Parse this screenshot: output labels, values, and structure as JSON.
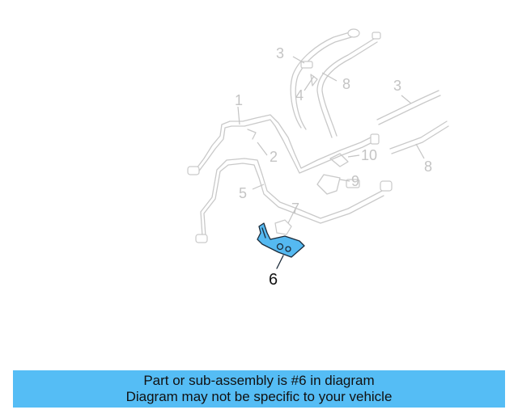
{
  "diagram": {
    "callouts": {
      "c1": "1",
      "c2": "2",
      "c3a": "3",
      "c3b": "3",
      "c4": "4",
      "c5": "5",
      "c6": "6",
      "c7": "7",
      "c8a": "8",
      "c8b": "8",
      "c9": "9",
      "c10": "10"
    },
    "highlighted_part": "6",
    "colors": {
      "highlight": "#55b9f1",
      "ghost": "#c9c9c9",
      "banner": "#55bdf5"
    }
  },
  "banner": {
    "line1": "Part or sub-assembly is #6 in diagram",
    "line2": "Diagram may not be specific to your vehicle"
  }
}
